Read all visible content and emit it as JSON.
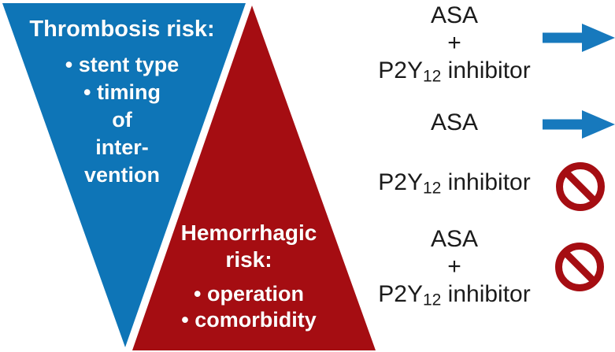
{
  "figure": {
    "description": "Balance of thrombosis risk versus hemorrhagic risk with antiplatelet therapy options"
  },
  "palette": {
    "triangle_blue": "#0E75B7",
    "triangle_red": "#A50D12",
    "arrow_blue": "#1779BD",
    "prohibition_red": "#A50D12",
    "triangle_text": "#FFFFFF",
    "body_text": "#1B1B1B",
    "background": "#FFFFFF"
  },
  "thrombosis_triangle": {
    "title": "Thrombosis risk:",
    "bullet1": "• stent type",
    "bullet2": "• timing",
    "line3": "of",
    "line4": "inter-",
    "line5": "vention"
  },
  "hemorrhagic_triangle": {
    "title_line1": "Hemorrhagic",
    "title_line2": "risk:",
    "bullet1": "• operation",
    "bullet2": "• comorbidity"
  },
  "therapy_rows": [
    {
      "line1": "ASA",
      "line2": "+",
      "drug_pre": "P2Y",
      "drug_sub": "12",
      "drug_post": " inhibitor",
      "symbol": "right-arrow"
    },
    {
      "line1": "ASA",
      "symbol": "right-arrow"
    },
    {
      "drug_pre": "P2Y",
      "drug_sub": "12",
      "drug_post": " inhibitor",
      "symbol": "prohibition"
    },
    {
      "line1": "ASA",
      "line2": "+",
      "drug_pre": "P2Y",
      "drug_sub": "12",
      "drug_post": " inhibitor",
      "symbol": "prohibition"
    }
  ]
}
